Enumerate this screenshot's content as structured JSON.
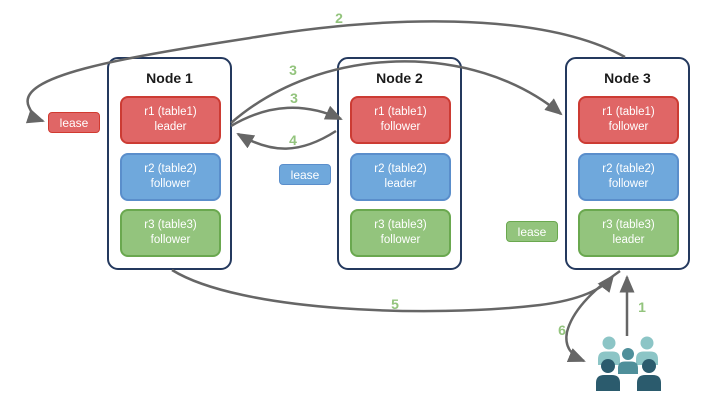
{
  "diagram": {
    "background_color": "#ffffff",
    "arrow_color": "#666666",
    "step_label_color": "#93c47d",
    "node_border_color": "#24395e"
  },
  "nodes": [
    {
      "title": "Node 1",
      "replicas": [
        {
          "name": "r1 (table1)",
          "role": "leader",
          "color": "#e06666"
        },
        {
          "name": "r2 (table2)",
          "role": "follower",
          "color": "#6fa8dc"
        },
        {
          "name": "r3 (table3)",
          "role": "follower",
          "color": "#93c47d"
        }
      ]
    },
    {
      "title": "Node 2",
      "replicas": [
        {
          "name": "r1 (table1)",
          "role": "follower",
          "color": "#e06666"
        },
        {
          "name": "r2 (table2)",
          "role": "leader",
          "color": "#6fa8dc"
        },
        {
          "name": "r3 (table3)",
          "role": "follower",
          "color": "#93c47d"
        }
      ]
    },
    {
      "title": "Node 3",
      "replicas": [
        {
          "name": "r1 (table1)",
          "role": "follower",
          "color": "#e06666"
        },
        {
          "name": "r2 (table2)",
          "role": "follower",
          "color": "#6fa8dc"
        },
        {
          "name": "r3 (table3)",
          "role": "leader",
          "color": "#93c47d"
        }
      ]
    }
  ],
  "leases": [
    {
      "label": "lease",
      "color": "#e06666"
    },
    {
      "label": "lease",
      "color": "#6fa8dc"
    },
    {
      "label": "lease",
      "color": "#93c47d"
    }
  ],
  "steps": [
    {
      "label": "1"
    },
    {
      "label": "2"
    },
    {
      "label": "3"
    },
    {
      "label": "3"
    },
    {
      "label": "4"
    },
    {
      "label": "5"
    },
    {
      "label": "6"
    }
  ],
  "people_colors": {
    "back": "#8cc5c6",
    "middle": "#4f8f9a",
    "front": "#2b5b6d"
  }
}
